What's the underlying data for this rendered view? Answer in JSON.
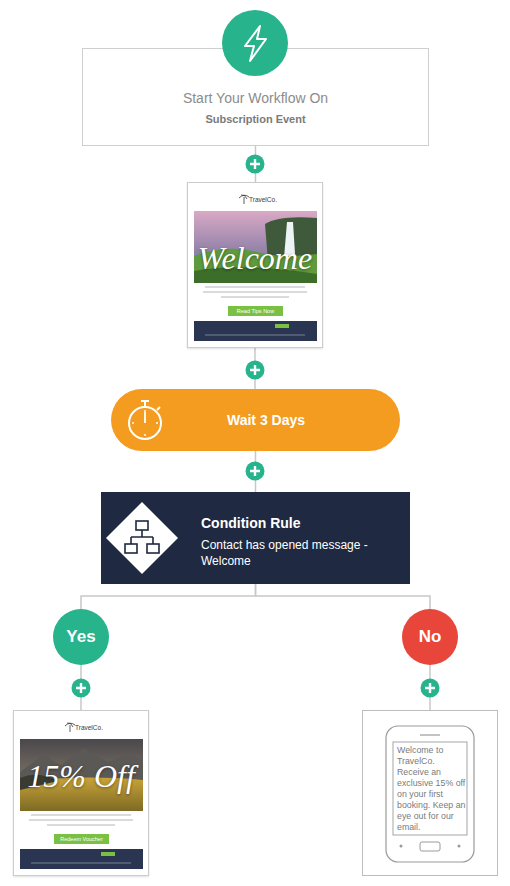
{
  "diagram": {
    "nodes": [
      {
        "text": [
          "Start Your Workflow On",
          "Subscription Event"
        ]
      },
      {
        "text": [
          "TravelCo.",
          "Welcome"
        ]
      },
      {
        "text": [
          "Read Tips Now"
        ],
        "in": 1
      },
      {
        "text": [
          "Wait 3 Days"
        ]
      },
      {
        "text": [
          "Condition Rule",
          "Contact has opened message - Welcome"
        ]
      },
      {
        "text": [
          "Yes"
        ]
      },
      {
        "text": [
          "No"
        ]
      },
      {
        "text": [
          "TravelCo.",
          "15% Off"
        ]
      },
      {
        "text": [
          "Redeem Voucher"
        ],
        "in": 7
      },
      {
        "text": [
          "Welcome to TravelCo. Receive an exclusive 15% off on your first booking. Keep an eye out for our email."
        ]
      }
    ],
    "edges": [
      {
        "from": 0,
        "to": 1,
        "arrow": "none"
      },
      {
        "from": 1,
        "to": 3,
        "arrow": "none"
      },
      {
        "from": 3,
        "to": 4,
        "arrow": "none"
      },
      {
        "from": 4,
        "to": 5,
        "arrow": "none"
      },
      {
        "from": 4,
        "to": 6,
        "arrow": "none"
      },
      {
        "from": 5,
        "to": 7,
        "arrow": "none"
      },
      {
        "from": 6,
        "to": 9,
        "arrow": "none"
      }
    ]
  }
}
